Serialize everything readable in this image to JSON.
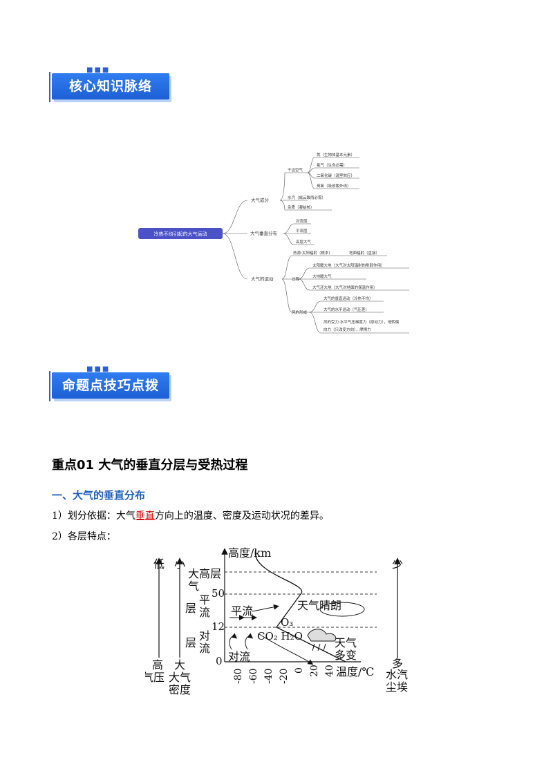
{
  "banners": {
    "core_knowledge": "核心知识脉络",
    "exam_tips": "命题点技巧点拨"
  },
  "mindmap": {
    "root": "冷热不均引起的大气运动",
    "composition": {
      "label": "大气成分",
      "dry_air": "干洁空气",
      "dry_items": [
        "氮（生物体基本元素）",
        "氧气（生命必需）",
        "二氧化碳（温室效应）",
        "臭氧（吸收紫外线）"
      ],
      "water_vapor": "水汽（成云致雨必需）",
      "dust": "杂质（凝结核）"
    },
    "vertical": {
      "label": "大气垂直分布",
      "layers": [
        "对流层",
        "平流层",
        "高层大气"
      ]
    },
    "motion": {
      "label": "大气的运动",
      "source": "热源:太阳辐射（根本）",
      "ground_rad": "地面辐射（直接）",
      "process": "过程",
      "process_items": [
        "太阳暖大地（大气对太阳辐射的削弱作用）",
        "大地暖大气",
        "大气还大地（大气对地面的保温作用）"
      ],
      "wind": "风的形成",
      "wind_items": [
        "大气的垂直运动（冷热不均）",
        "大气的水平运动（气压差）",
        "风的受力:水平气压梯度力（原动力），地转偏",
        "向力（只改变方向），摩擦力"
      ]
    }
  },
  "heading": "重点01  大气的垂直分层与受热过程",
  "subheading": "一、大气的垂直分布",
  "para1": {
    "pre": "1）划分依据：大气",
    "red": "垂直",
    "post": "方向上的温度、密度及运动状况的差异。"
  },
  "para2": "2）各层特点：",
  "diagram": {
    "left_top_low": "低",
    "left_top_small": "小",
    "left_bottom_high": "高",
    "left_bottom_pressure": "气压",
    "left_bottom_large": "大",
    "left_bottom_density1": "大气",
    "left_bottom_density2": "密度",
    "high_layer1": "大",
    "high_layer2": "气",
    "high_layer3": "高层",
    "strato1": "层",
    "strato2": "平",
    "strato3": "流",
    "tropo1": "层",
    "tropo2": "对",
    "tropo3": "流",
    "y_label": "高度/km",
    "y_ticks": [
      "50",
      "12",
      "0"
    ],
    "x_ticks": [
      "-80",
      "-60",
      "-40",
      "-20",
      "0",
      "20",
      "40"
    ],
    "x_label": "温度/℃",
    "flat_flow": "平流",
    "clear": "天气晴朗",
    "o3": "O₃",
    "convection": "对流",
    "co2h2o": "CO₂ H₂O",
    "weather1": "天气",
    "weather2": "多变",
    "right_top": "少",
    "right_bottom1": "多",
    "right_bottom2": "水汽",
    "right_bottom3": "尘埃"
  }
}
